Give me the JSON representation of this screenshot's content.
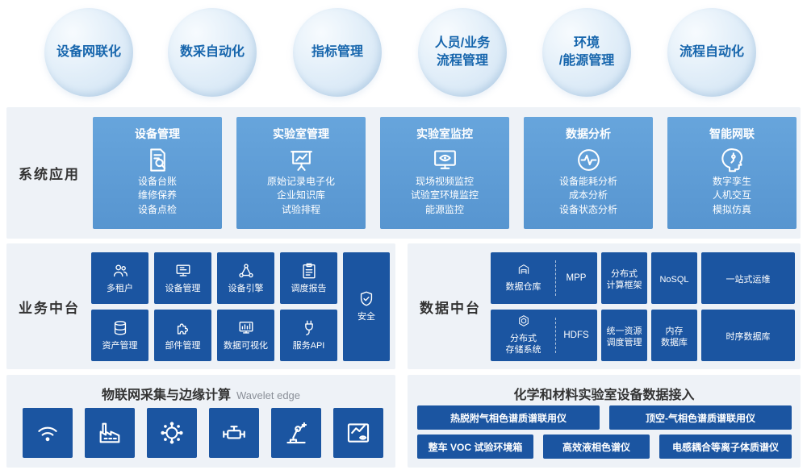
{
  "colors": {
    "dark_blue": "#1b55a1",
    "card_blue": "#5b9cd6",
    "panel_bg": "#eef2f7",
    "bubble_text": "#1766ad"
  },
  "capabilities": [
    {
      "label": "设备网联化"
    },
    {
      "label": "数采自动化"
    },
    {
      "label": "指标管理"
    },
    {
      "label": "人员/业务\n流程管理"
    },
    {
      "label": "环境\n/能源管理"
    },
    {
      "label": "流程自动化"
    }
  ],
  "system_apps": {
    "section_label": "系统应用",
    "cards": [
      {
        "title": "设备管理",
        "icon": "document-magnifier-icon",
        "items": [
          "设备台账",
          "维修保养",
          "设备点检"
        ]
      },
      {
        "title": "实验室管理",
        "icon": "presentation-chart-icon",
        "items": [
          "原始记录电子化",
          "企业知识库",
          "试验排程"
        ]
      },
      {
        "title": "实验室监控",
        "icon": "monitor-eye-icon",
        "items": [
          "现场视频监控",
          "试验室环境监控",
          "能源监控"
        ]
      },
      {
        "title": "数据分析",
        "icon": "pulse-circle-icon",
        "items": [
          "设备能耗分析",
          "成本分析",
          "设备状态分析"
        ]
      },
      {
        "title": "智能网联",
        "icon": "ai-head-icon",
        "items": [
          "数字孪生",
          "人机交互",
          "模拟仿真"
        ]
      }
    ]
  },
  "business_platform": {
    "section_label": "业务中台",
    "tiles": [
      {
        "label": "多租户",
        "icon": "users-icon"
      },
      {
        "label": "设备管理",
        "icon": "device-monitor-icon"
      },
      {
        "label": "设备引擎",
        "icon": "share-nodes-icon"
      },
      {
        "label": "调度报告",
        "icon": "clipboard-icon"
      },
      {
        "label": "资产管理",
        "icon": "database-icon"
      },
      {
        "label": "部件管理",
        "icon": "puzzle-icon"
      },
      {
        "label": "数据可视化",
        "icon": "dashboard-icon"
      },
      {
        "label": "服务API",
        "icon": "plug-icon"
      }
    ],
    "security_tile": {
      "label": "安全",
      "icon": "shield-icon"
    }
  },
  "data_platform": {
    "section_label": "数据中台",
    "row1": {
      "split": {
        "left": "数据仓库",
        "left_icon": "warehouse-icon",
        "right": "MPP"
      },
      "tiles": [
        {
          "label": "分布式\n计算框架"
        },
        {
          "label": "NoSQL"
        },
        {
          "label": "一站式运维"
        }
      ]
    },
    "row2": {
      "split": {
        "left": "分布式\n存储系统",
        "left_icon": "hexagon-storage-icon",
        "right": "HDFS"
      },
      "tiles": [
        {
          "label": "统一资源\n调度管理"
        },
        {
          "label": "内存\n数据库"
        },
        {
          "label": "时序数据库"
        }
      ]
    }
  },
  "iot_edge": {
    "title": "物联网采集与边缘计算",
    "subtitle": "Wavelet edge",
    "tiles": [
      {
        "icon": "wifi-sensor-icon"
      },
      {
        "icon": "factory-icon"
      },
      {
        "icon": "network-globe-icon"
      },
      {
        "icon": "pipeline-valve-icon"
      },
      {
        "icon": "robot-arm-icon"
      },
      {
        "icon": "monitor-trend-icon"
      }
    ]
  },
  "lab_access": {
    "title": "化学和材料实验室设备数据接入",
    "row1": [
      "热脱附气相色谱质谱联用仪",
      "顶空-气相色谱质谱联用仪"
    ],
    "row2": [
      "整车 VOC 试验环境箱",
      "高效液相色谱仪",
      "电感耦合等离子体质谱仪"
    ]
  }
}
